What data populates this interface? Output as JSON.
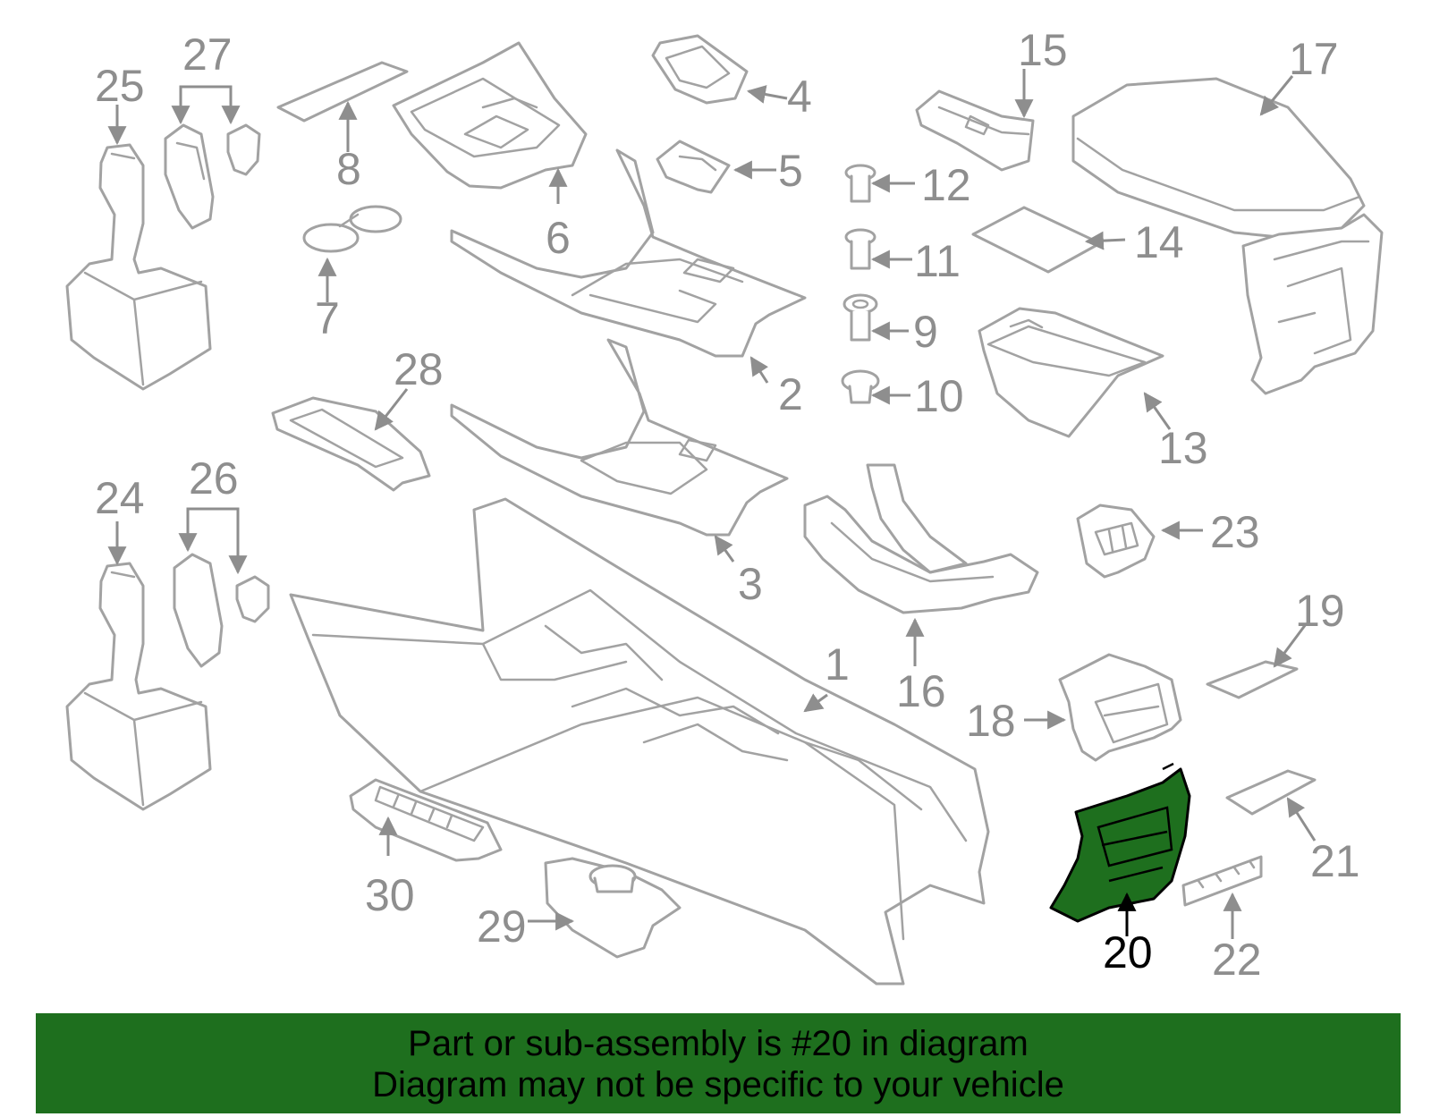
{
  "diagram": {
    "highlight_color": "#1e6f1e",
    "highlighted_callout": "20",
    "callouts": [
      "1",
      "2",
      "3",
      "4",
      "5",
      "6",
      "7",
      "8",
      "9",
      "10",
      "11",
      "12",
      "13",
      "14",
      "15",
      "16",
      "17",
      "18",
      "19",
      "20",
      "21",
      "22",
      "23",
      "24",
      "25",
      "26",
      "27",
      "28",
      "29",
      "30"
    ]
  },
  "banner": {
    "line1": "Part or sub-assembly is #20 in diagram",
    "line2": "Diagram may not be specific to your vehicle"
  }
}
